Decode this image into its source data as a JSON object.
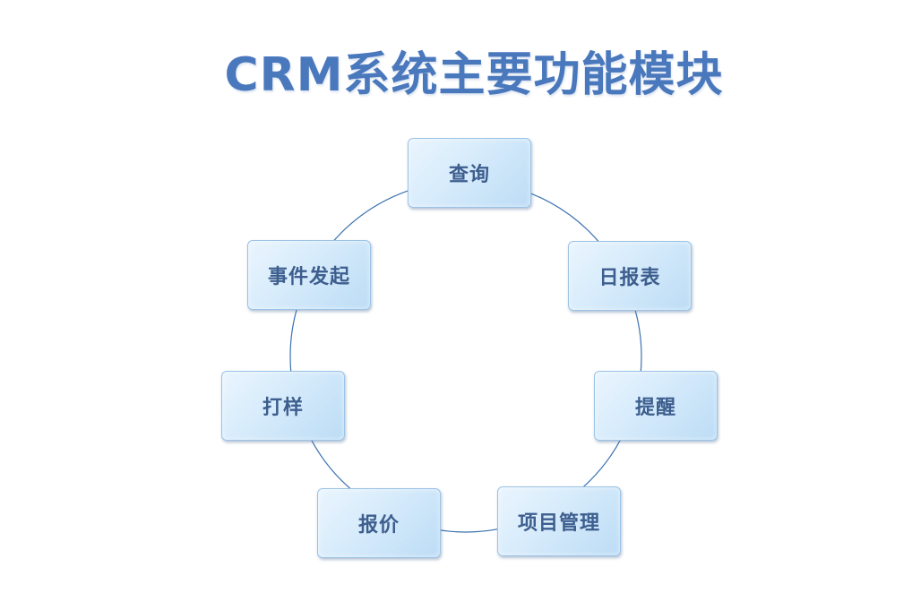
{
  "title": "CRM系统主要功能模块",
  "colors": {
    "title": "#4a78bd",
    "ring": "#3d73b1",
    "node_border": "#9cc3e6",
    "node_text": "#3d5e8e"
  },
  "modules": [
    {
      "id": "query",
      "label": "查询"
    },
    {
      "id": "daily-report",
      "label": "日报表"
    },
    {
      "id": "reminder",
      "label": "提醒"
    },
    {
      "id": "project-management",
      "label": "项目管理"
    },
    {
      "id": "quotation",
      "label": "报价"
    },
    {
      "id": "sampling",
      "label": "打样"
    },
    {
      "id": "event-initiation",
      "label": "事件发起"
    }
  ]
}
